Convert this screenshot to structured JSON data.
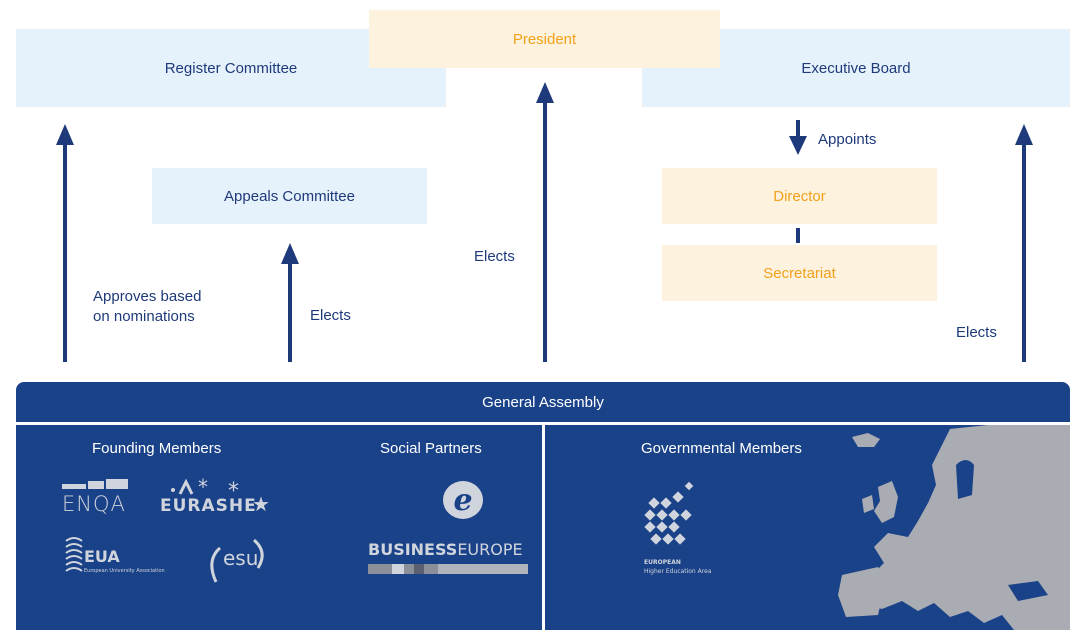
{
  "nodes": {
    "register_committee": "Register Committee",
    "president": "President",
    "executive_board": "Executive Board",
    "appeals_committee": "Appeals Committee",
    "director": "Director",
    "secretariat": "Secretariat"
  },
  "edge_labels": {
    "approves": "Approves based\non nominations",
    "elects_appeals": "Elects",
    "elects_president": "Elects",
    "appoints": "Appoints",
    "elects_board": "Elects"
  },
  "general_assembly": {
    "title": "General Assembly",
    "founding_members": "Founding Members",
    "social_partners": "Social Partners",
    "governmental_members": "Governmental Members"
  },
  "logos": {
    "enqa": "ENQA",
    "eurashe": "EURASHE",
    "eua": "EUA",
    "eua_sub": "European University Association",
    "esu": "esu",
    "businesseurope_bold": "BUSINESS",
    "businesseurope_rest": "EUROPE",
    "ehea_line1": "EUROPEAN",
    "ehea_line2": "Higher Education Area"
  },
  "colors": {
    "navy": "#1a4289",
    "light_blue": "#e6f2fb",
    "light_orange": "#fdf2dd",
    "orange_text": "#f2a11b"
  }
}
